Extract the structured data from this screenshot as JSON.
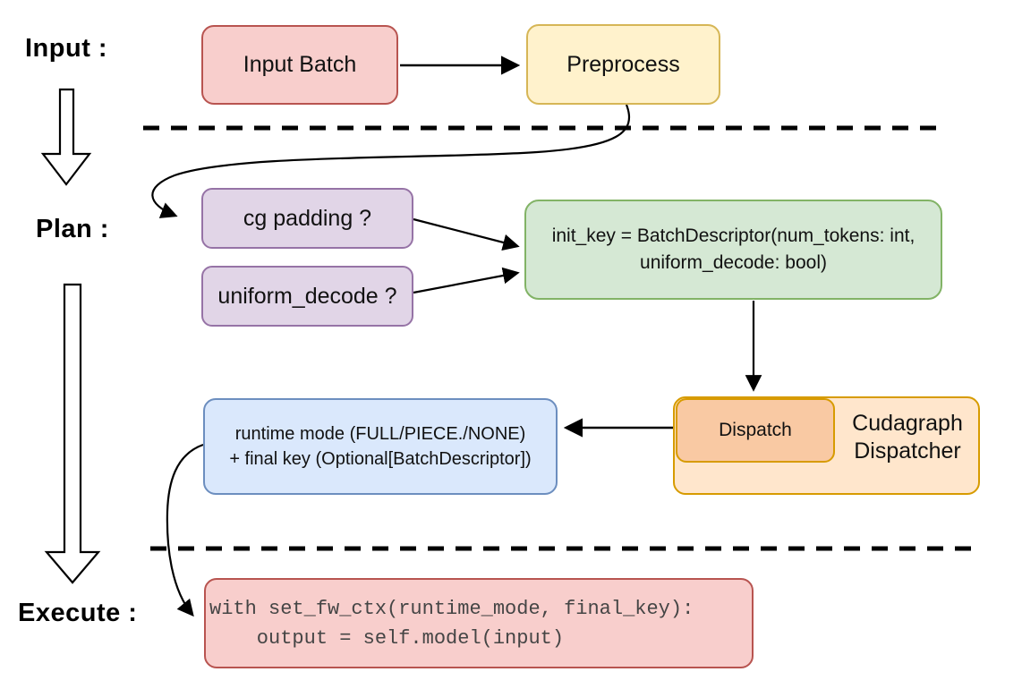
{
  "diagram": {
    "stages": {
      "input": "Input :",
      "plan": "Plan :",
      "execute": "Execute :"
    },
    "nodes": {
      "input_batch": "Input Batch",
      "preprocess": "Preprocess",
      "cg_padding": "cg padding ?",
      "uniform_decode": "uniform_decode ?",
      "init_key_line1": "init_key = BatchDescriptor(num_tokens: int,",
      "init_key_line2": "uniform_decode: bool)",
      "dispatch": "Dispatch",
      "cudagraph_line1": "Cudagraph",
      "cudagraph_line2": "Dispatcher",
      "runtime_line1": "runtime mode (FULL/PIECE./NONE)",
      "runtime_line2": "+ final key (Optional[BatchDescriptor])",
      "code_line1": "with set_fw_ctx(runtime_mode, final_key):",
      "code_line2": "    output = self.model(input)"
    },
    "colors": {
      "red_fill": "#f8cecc",
      "red_stroke": "#b85450",
      "yellow_fill": "#fff2cc",
      "yellow_stroke": "#d6b656",
      "purple_fill": "#e1d5e7",
      "purple_stroke": "#9673a6",
      "green_fill": "#d5e8d4",
      "green_stroke": "#82b366",
      "blue_fill": "#dae8fc",
      "blue_stroke": "#6c8ebf",
      "orange_fill": "#ffe6cc",
      "orange_stroke": "#d79b00",
      "dispatch_fill": "#f9c9a3",
      "line_color": "#000000"
    },
    "edges": [
      {
        "from": "input_batch",
        "to": "preprocess"
      },
      {
        "from": "preprocess",
        "to": "cg_padding"
      },
      {
        "from": "cg_padding",
        "to": "init_key"
      },
      {
        "from": "uniform_decode",
        "to": "init_key"
      },
      {
        "from": "init_key",
        "to": "dispatch"
      },
      {
        "from": "dispatch",
        "to": "runtime_mode"
      },
      {
        "from": "runtime_mode",
        "to": "execute_code"
      }
    ]
  }
}
